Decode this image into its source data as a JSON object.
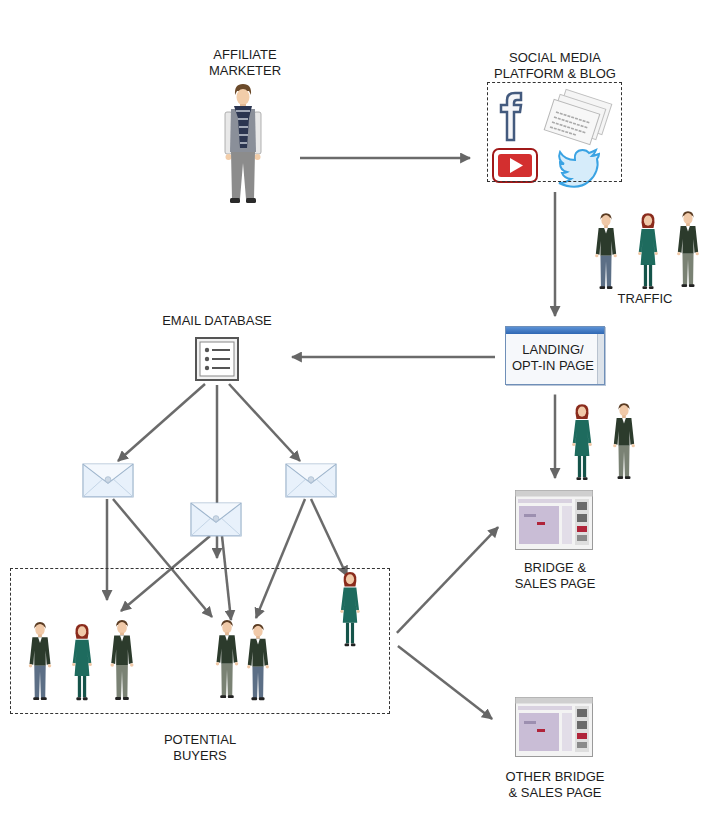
{
  "diagram": {
    "nodes": [
      {
        "text": [
          "AFFILIATE MARKETER"
        ]
      },
      {
        "text": [
          "SOCIAL MEDIA PLATFORM & BLOG"
        ]
      },
      {
        "text": [
          "LANDING/ OPT-IN PAGE"
        ]
      },
      {
        "text": [
          "EMAIL DATABASE"
        ]
      },
      {
        "text": [
          "POTENTIAL BUYERS"
        ]
      },
      {
        "text": [
          "BRIDGE & SALES PAGE"
        ]
      },
      {
        "text": [
          "OTHER BRIDGE & SALES PAGE"
        ]
      }
    ],
    "edges": [
      {
        "from": 0,
        "to": 1,
        "arrow": "to"
      },
      {
        "from": 1,
        "to": 2,
        "arrow": "to"
      },
      {
        "from": 2,
        "to": 3,
        "arrow": "to"
      },
      {
        "from": 2,
        "to": 5,
        "arrow": "to"
      },
      {
        "from": 4,
        "to": 5,
        "arrow": "to"
      },
      {
        "from": 4,
        "to": 6,
        "arrow": "to"
      },
      {
        "from": 3,
        "to": 4,
        "arrow": "to"
      }
    ],
    "labels": [
      "TRAFFIC"
    ]
  }
}
